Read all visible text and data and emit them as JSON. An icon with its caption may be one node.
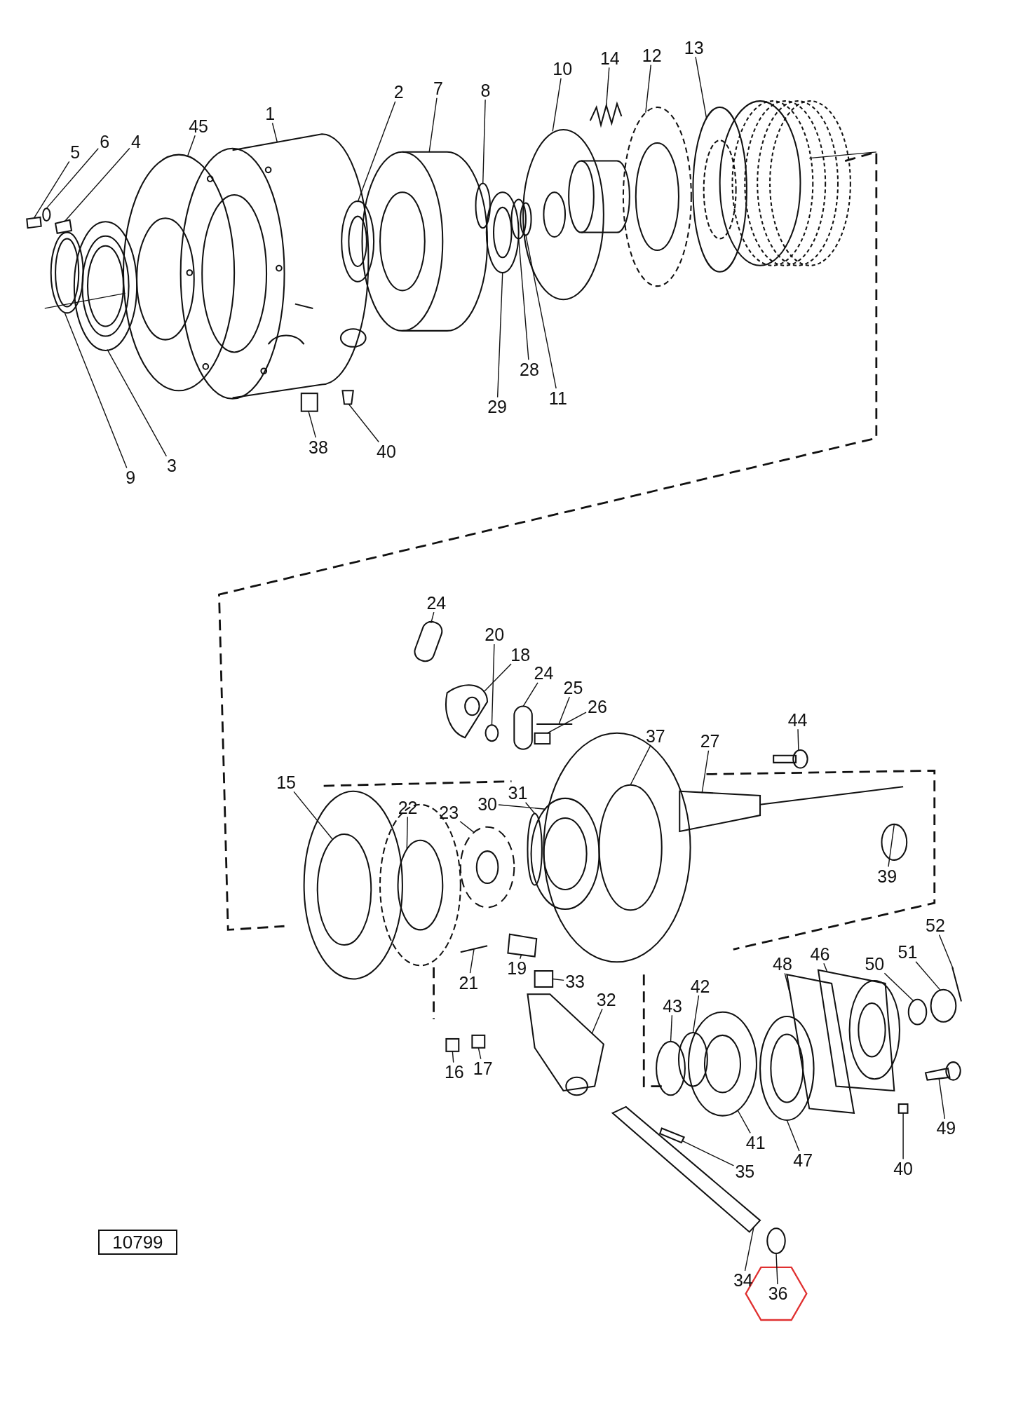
{
  "diagram": {
    "nodes": [
      {
        "text": [
          "1"
        ]
      },
      {
        "text": [
          "2"
        ]
      },
      {
        "text": [
          "45"
        ]
      },
      {
        "text": [
          "5"
        ]
      },
      {
        "text": [
          "6"
        ]
      },
      {
        "text": [
          "4"
        ]
      },
      {
        "text": [
          "7"
        ]
      },
      {
        "text": [
          "8"
        ]
      },
      {
        "text": [
          "10"
        ]
      },
      {
        "text": [
          "14"
        ]
      },
      {
        "text": [
          "12"
        ]
      },
      {
        "text": [
          "13"
        ]
      },
      {
        "text": [
          "9"
        ]
      },
      {
        "text": [
          "3"
        ]
      },
      {
        "text": [
          "38"
        ]
      },
      {
        "text": [
          "40"
        ]
      },
      {
        "text": [
          "29"
        ]
      },
      {
        "text": [
          "28"
        ]
      },
      {
        "text": [
          "11"
        ]
      },
      {
        "text": [
          "24"
        ]
      },
      {
        "text": [
          "20"
        ]
      },
      {
        "text": [
          "18"
        ]
      },
      {
        "text": [
          "24"
        ]
      },
      {
        "text": [
          "25"
        ]
      },
      {
        "text": [
          "26"
        ]
      },
      {
        "text": [
          "44"
        ]
      },
      {
        "text": [
          "37"
        ]
      },
      {
        "text": [
          "27"
        ]
      },
      {
        "text": [
          "15"
        ]
      },
      {
        "text": [
          "22"
        ]
      },
      {
        "text": [
          "23"
        ]
      },
      {
        "text": [
          "30"
        ]
      },
      {
        "text": [
          "31"
        ]
      },
      {
        "text": [
          "39"
        ]
      },
      {
        "text": [
          "19"
        ]
      },
      {
        "text": [
          "21"
        ]
      },
      {
        "text": [
          "33"
        ]
      },
      {
        "text": [
          "32"
        ]
      },
      {
        "text": [
          "16"
        ]
      },
      {
        "text": [
          "17"
        ]
      },
      {
        "text": [
          "43"
        ]
      },
      {
        "text": [
          "42"
        ]
      },
      {
        "text": [
          "48"
        ]
      },
      {
        "text": [
          "46"
        ]
      },
      {
        "text": [
          "50"
        ]
      },
      {
        "text": [
          "51"
        ]
      },
      {
        "text": [
          "52"
        ]
      },
      {
        "text": [
          "41"
        ]
      },
      {
        "text": [
          "47"
        ]
      },
      {
        "text": [
          "49"
        ]
      },
      {
        "text": [
          "40"
        ]
      },
      {
        "text": [
          "35"
        ]
      },
      {
        "text": [
          "34"
        ]
      },
      {
        "text": [
          "36"
        ]
      },
      {
        "text": [],
        "shape": "picture"
      },
      {
        "text": [],
        "shape": "circle"
      },
      {
        "text": [],
        "shape": "circle"
      },
      {
        "text": [],
        "shape": "box"
      },
      {
        "text": [],
        "shape": "circle"
      },
      {
        "text": [],
        "shape": "box"
      },
      {
        "text": [],
        "shape": "picture"
      },
      {
        "text": [],
        "shape": "circle"
      },
      {
        "text": [],
        "shape": "picture"
      },
      {
        "text": [],
        "shape": "picture"
      },
      {
        "text": [],
        "shape": "circle"
      },
      {
        "text": [],
        "shape": "circle"
      },
      {
        "text": [],
        "shape": "circle"
      },
      {
        "text": [],
        "shape": "circle"
      },
      {
        "text": [],
        "shape": "box"
      },
      {
        "text": [],
        "shape": "box"
      },
      {
        "text": [],
        "shape": "circle"
      },
      {
        "text": [],
        "shape": "circle"
      },
      {
        "text": [],
        "shape": "circle"
      },
      {
        "text": [],
        "shape": "box"
      },
      {
        "text": [],
        "shape": "circle"
      },
      {
        "text": [],
        "shape": "picture"
      },
      {
        "text": [],
        "shape": "box"
      },
      {
        "text": [],
        "shape": "bar"
      },
      {
        "text": [],
        "shape": "box"
      },
      {
        "text": [],
        "shape": "picture"
      },
      {
        "text": [],
        "shape": "circle"
      },
      {
        "text": [],
        "shape": "picture"
      },
      {
        "text": [],
        "shape": "circle"
      },
      {
        "text": [],
        "shape": "circle"
      },
      {
        "text": [],
        "shape": "circle"
      },
      {
        "text": [],
        "shape": "circle"
      },
      {
        "text": [],
        "shape": "circle"
      },
      {
        "text": [],
        "shape": "circle"
      },
      {
        "text": [],
        "shape": "box"
      },
      {
        "text": [],
        "shape": "bar"
      },
      {
        "text": [],
        "shape": "box"
      },
      {
        "text": [],
        "shape": "picture"
      },
      {
        "text": [],
        "shape": "box"
      },
      {
        "text": [],
        "shape": "box"
      },
      {
        "text": [],
        "shape": "circle"
      },
      {
        "text": [],
        "shape": "circle"
      },
      {
        "text": [],
        "shape": "box"
      },
      {
        "text": [],
        "shape": "picture"
      },
      {
        "text": [],
        "shape": "circle"
      },
      {
        "text": [],
        "shape": "circle"
      },
      {
        "text": [],
        "shape": "bar"
      },
      {
        "text": [],
        "shape": "circle"
      },
      {
        "text": [],
        "shape": "circle"
      },
      {
        "text": [],
        "shape": "picture"
      },
      {
        "text": [],
        "shape": "box"
      },
      {
        "text": [],
        "shape": "box"
      },
      {
        "text": [],
        "shape": "box"
      },
      {
        "text": [],
        "shape": "circle"
      }
    ],
    "edges": [
      {
        "from": 0,
        "to": 54,
        "arrow": "none"
      },
      {
        "from": 1,
        "to": 55,
        "arrow": "none"
      },
      {
        "from": 2,
        "to": 56,
        "arrow": "none"
      },
      {
        "from": 3,
        "to": 57,
        "arrow": "none"
      },
      {
        "from": 4,
        "to": 58,
        "arrow": "none"
      },
      {
        "from": 5,
        "to": 59,
        "arrow": "none"
      },
      {
        "from": 6,
        "to": 60,
        "arrow": "none"
      },
      {
        "from": 7,
        "to": 61,
        "arrow": "none"
      },
      {
        "from": 8,
        "to": 62,
        "arrow": "none"
      },
      {
        "from": 9,
        "to": 63,
        "arrow": "none"
      },
      {
        "from": 10,
        "to": 64,
        "arrow": "none"
      },
      {
        "from": 11,
        "to": 65,
        "arrow": "none"
      },
      {
        "from": 12,
        "to": 66,
        "arrow": "none"
      },
      {
        "from": 13,
        "to": 67,
        "arrow": "none"
      },
      {
        "from": 14,
        "to": 68,
        "arrow": "none"
      },
      {
        "from": 15,
        "to": 69,
        "arrow": "none"
      },
      {
        "from": 16,
        "to": 70,
        "arrow": "none"
      },
      {
        "from": 17,
        "to": 71,
        "arrow": "none"
      },
      {
        "from": 18,
        "to": 72,
        "arrow": "none"
      },
      {
        "from": 19,
        "to": 73,
        "arrow": "none"
      },
      {
        "from": 20,
        "to": 74,
        "arrow": "none"
      },
      {
        "from": 21,
        "to": 75,
        "arrow": "none"
      },
      {
        "from": 22,
        "to": 76,
        "arrow": "none"
      },
      {
        "from": 23,
        "to": 77,
        "arrow": "none"
      },
      {
        "from": 24,
        "to": 78,
        "arrow": "none"
      },
      {
        "from": 25,
        "to": 79,
        "arrow": "none"
      },
      {
        "from": 26,
        "to": 80,
        "arrow": "none"
      },
      {
        "from": 27,
        "to": 81,
        "arrow": "none"
      },
      {
        "from": 28,
        "to": 82,
        "arrow": "none"
      },
      {
        "from": 29,
        "to": 83,
        "arrow": "none"
      },
      {
        "from": 30,
        "to": 84,
        "arrow": "none"
      },
      {
        "from": 31,
        "to": 85,
        "arrow": "none"
      },
      {
        "from": 32,
        "to": 86,
        "arrow": "none"
      },
      {
        "from": 33,
        "to": 87,
        "arrow": "none"
      },
      {
        "from": 34,
        "to": 88,
        "arrow": "none"
      },
      {
        "from": 35,
        "to": 89,
        "arrow": "none"
      },
      {
        "from": 36,
        "to": 90,
        "arrow": "none"
      },
      {
        "from": 37,
        "to": 91,
        "arrow": "none"
      },
      {
        "from": 38,
        "to": 92,
        "arrow": "none"
      },
      {
        "from": 39,
        "to": 93,
        "arrow": "none"
      },
      {
        "from": 40,
        "to": 94,
        "arrow": "none"
      },
      {
        "from": 41,
        "to": 95,
        "arrow": "none"
      },
      {
        "from": 42,
        "to": 96,
        "arrow": "none"
      },
      {
        "from": 43,
        "to": 97,
        "arrow": "none"
      },
      {
        "from": 44,
        "to": 98,
        "arrow": "none"
      },
      {
        "from": 45,
        "to": 99,
        "arrow": "none"
      },
      {
        "from": 46,
        "to": 100,
        "arrow": "none"
      },
      {
        "from": 47,
        "to": 101,
        "arrow": "none"
      },
      {
        "from": 48,
        "to": 102,
        "arrow": "none"
      },
      {
        "from": 49,
        "to": 103,
        "arrow": "none"
      },
      {
        "from": 50,
        "to": 104,
        "arrow": "none"
      },
      {
        "from": 51,
        "to": 105,
        "arrow": "none"
      },
      {
        "from": 52,
        "to": 106,
        "arrow": "none"
      },
      {
        "from": 53,
        "to": 107,
        "arrow": "none"
      }
    ],
    "labels": [
      "10799"
    ]
  }
}
